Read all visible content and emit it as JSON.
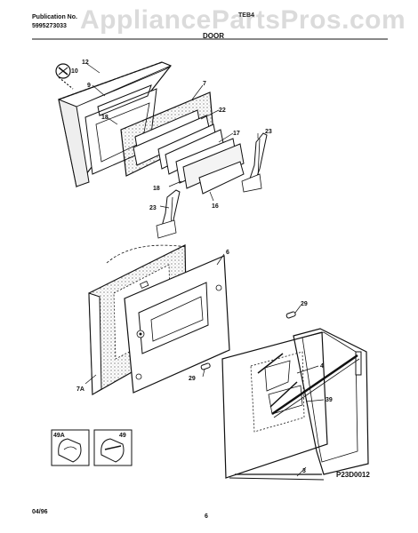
{
  "header": {
    "publication_label": "Publication No.",
    "publication_number": "5995273033",
    "model": "TEB4",
    "section_title": "DOOR"
  },
  "watermark": "AppliancePartsPros.com",
  "callouts": {
    "c12": "12",
    "c10": "10",
    "c9": "9",
    "c18a": "18",
    "c7": "7",
    "c22": "22",
    "c17": "17",
    "c23a": "23",
    "c18b": "18",
    "c16": "16",
    "c23b": "23",
    "c6": "6",
    "c7a": "7A",
    "c29a": "29",
    "c4": "4",
    "c29b": "29",
    "c39": "39",
    "c3": "3",
    "c49a": "49A",
    "c49": "49"
  },
  "figure_code": "P23D0012",
  "footer": {
    "date": "04/96",
    "page": "6"
  }
}
